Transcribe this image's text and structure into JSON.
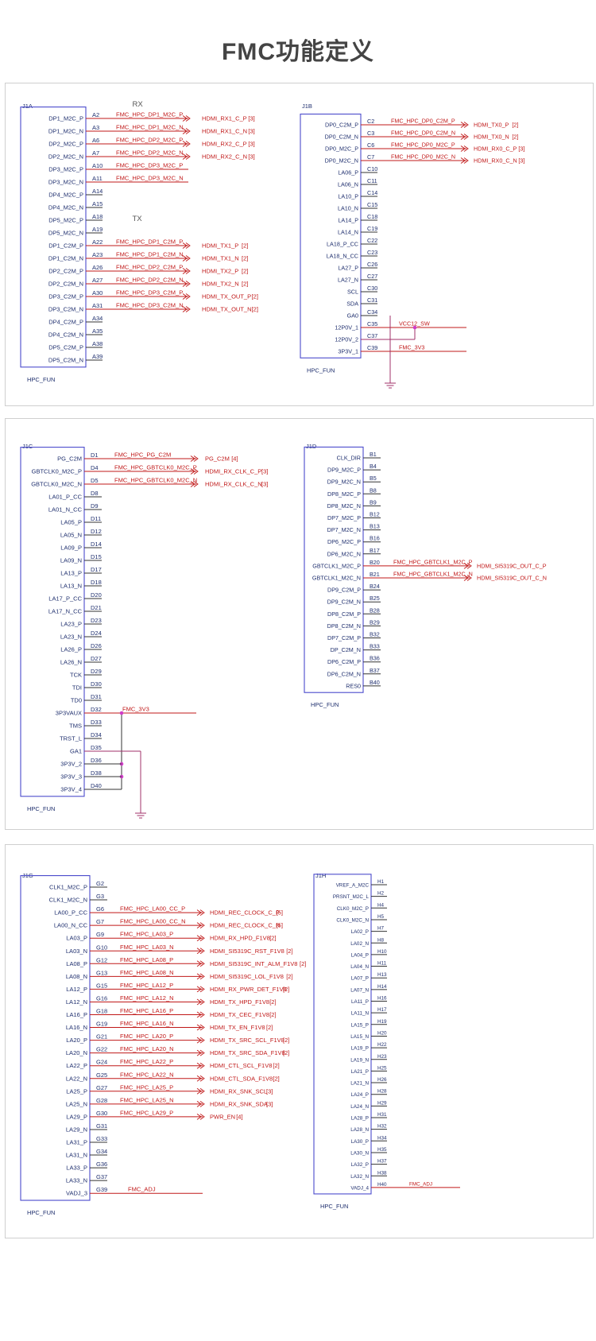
{
  "title": "FMC功能定义",
  "colors": {
    "pin": "#1f2f6e",
    "net": "#c01818",
    "box": "#4a4acc",
    "rail": "#a0306a",
    "junction": "#d03cc8"
  },
  "footer": "HPC_FUN",
  "panels": [
    {
      "parts": [
        {
          "ref": "J1A",
          "labels": [
            {
              "text": "RX",
              "before": 0
            },
            {
              "text": "TX",
              "before": 9
            }
          ],
          "pins": [
            {
              "name": "DP1_M2C_P",
              "num": "A2",
              "net": "FMC_HPC_DP1_M2C_P",
              "port": "HDMI_RX1_C_P",
              "ref": "[3]"
            },
            {
              "name": "DP1_M2C_N",
              "num": "A3",
              "net": "FMC_HPC_DP1_M2C_N",
              "port": "HDMI_RX1_C_N",
              "ref": "[3]"
            },
            {
              "name": "DP2_M2C_P",
              "num": "A6",
              "net": "FMC_HPC_DP2_M2C_P",
              "port": "HDMI_RX2_C_P",
              "ref": "[3]"
            },
            {
              "name": "DP2_M2C_N",
              "num": "A7",
              "net": "FMC_HPC_DP2_M2C_N",
              "port": "HDMI_RX2_C_N",
              "ref": "[3]"
            },
            {
              "name": "DP3_M2C_P",
              "num": "A10",
              "net": "FMC_HPC_DP3_M2C_P"
            },
            {
              "name": "DP3_M2C_N",
              "num": "A11",
              "net": "FMC_HPC_DP3_M2C_N"
            },
            {
              "name": "DP4_M2C_P",
              "num": "A14"
            },
            {
              "name": "DP4_M2C_N",
              "num": "A15"
            },
            {
              "name": "DP5_M2C_P",
              "num": "A18"
            },
            {
              "name": "DP5_M2C_N",
              "num": "A19"
            },
            {
              "name": "DP1_C2M_P",
              "num": "A22",
              "net": "FMC_HPC_DP1_C2M_P",
              "port": "HDMI_TX1_P",
              "ref": "[2]"
            },
            {
              "name": "DP1_C2M_N",
              "num": "A23",
              "net": "FMC_HPC_DP1_C2M_N",
              "port": "HDMI_TX1_N",
              "ref": "[2]"
            },
            {
              "name": "DP2_C2M_P",
              "num": "A26",
              "net": "FMC_HPC_DP2_C2M_P",
              "port": "HDMI_TX2_P",
              "ref": "[2]"
            },
            {
              "name": "DP2_C2M_N",
              "num": "A27",
              "net": "FMC_HPC_DP2_C2M_N",
              "port": "HDMI_TX2_N",
              "ref": "[2]"
            },
            {
              "name": "DP3_C2M_P",
              "num": "A30",
              "net": "FMC_HPC_DP3_C2M_P",
              "port": "HDMI_TX_OUT_P",
              "ref": "[2]"
            },
            {
              "name": "DP3_C2M_N",
              "num": "A31",
              "net": "FMC_HPC_DP3_C2M_N",
              "port": "HDMI_TX_OUT_N",
              "ref": "[2]"
            },
            {
              "name": "DP4_C2M_P",
              "num": "A34"
            },
            {
              "name": "DP4_C2M_N",
              "num": "A35"
            },
            {
              "name": "DP5_C2M_P",
              "num": "A38"
            },
            {
              "name": "DP5_C2M_N",
              "num": "A39"
            }
          ]
        },
        {
          "ref": "J1B",
          "pins": [
            {
              "name": "DP0_C2M_P",
              "num": "C2",
              "net": "FMC_HPC_DP0_C2M_P",
              "port": "HDMI_TX0_P",
              "ref": "[2]"
            },
            {
              "name": "DP0_C2M_N",
              "num": "C3",
              "net": "FMC_HPC_DP0_C2M_N",
              "port": "HDMI_TX0_N",
              "ref": "[2]"
            },
            {
              "name": "DP0_M2C_P",
              "num": "C6",
              "net": "FMC_HPC_DP0_M2C_P",
              "port": "HDMI_RX0_C_P",
              "ref": "[3]"
            },
            {
              "name": "DP0_M2C_N",
              "num": "C7",
              "net": "FMC_HPC_DP0_M2C_N",
              "port": "HDMI_RX0_C_N",
              "ref": "[3]"
            },
            {
              "name": "LA06_P",
              "num": "C10"
            },
            {
              "name": "LA06_N",
              "num": "C11"
            },
            {
              "name": "LA10_P",
              "num": "C14"
            },
            {
              "name": "LA10_N",
              "num": "C15"
            },
            {
              "name": "LA14_P",
              "num": "C18"
            },
            {
              "name": "LA14_N",
              "num": "C19"
            },
            {
              "name": "LA18_P_CC",
              "num": "C22"
            },
            {
              "name": "LA18_N_CC",
              "num": "C23"
            },
            {
              "name": "LA27_P",
              "num": "C26"
            },
            {
              "name": "LA27_N",
              "num": "C27"
            },
            {
              "name": "SCL",
              "num": "C30"
            },
            {
              "name": "SDA",
              "num": "C31"
            },
            {
              "name": "GA0",
              "num": "C34"
            },
            {
              "name": "12P0V_1",
              "num": "C35",
              "net": "VCC12_SW"
            },
            {
              "name": "12P0V_2",
              "num": "C37"
            },
            {
              "name": "3P3V_1",
              "num": "C39",
              "net": "FMC_3V3"
            }
          ]
        }
      ]
    },
    {
      "parts": [
        {
          "ref": "J1C",
          "pins": [
            {
              "name": "PG_C2M",
              "num": "D1",
              "net": "FMC_HPC_PG_C2M",
              "port": "PG_C2M",
              "ref": "[4]"
            },
            {
              "name": "GBTCLK0_M2C_P",
              "num": "D4",
              "net": "FMC_HPC_GBTCLK0_M2C_P",
              "port": "HDMI_RX_CLK_C_P",
              "ref": "[3]"
            },
            {
              "name": "GBTCLK0_M2C_N",
              "num": "D5",
              "net": "FMC_HPC_GBTCLK0_M2C_N",
              "port": "HDMI_RX_CLK_C_N",
              "ref": "[3]"
            },
            {
              "name": "LA01_P_CC",
              "num": "D8"
            },
            {
              "name": "LA01_N_CC",
              "num": "D9"
            },
            {
              "name": "LA05_P",
              "num": "D11"
            },
            {
              "name": "LA05_N",
              "num": "D12"
            },
            {
              "name": "LA09_P",
              "num": "D14"
            },
            {
              "name": "LA09_N",
              "num": "D15"
            },
            {
              "name": "LA13_P",
              "num": "D17"
            },
            {
              "name": "LA13_N",
              "num": "D18"
            },
            {
              "name": "LA17_P_CC",
              "num": "D20"
            },
            {
              "name": "LA17_N_CC",
              "num": "D21"
            },
            {
              "name": "LA23_P",
              "num": "D23"
            },
            {
              "name": "LA23_N",
              "num": "D24"
            },
            {
              "name": "LA26_P",
              "num": "D26"
            },
            {
              "name": "LA26_N",
              "num": "D27"
            },
            {
              "name": "TCK",
              "num": "D29"
            },
            {
              "name": "TDI",
              "num": "D30"
            },
            {
              "name": "TD0",
              "num": "D31"
            },
            {
              "name": "3P3VAUX",
              "num": "D32",
              "net": "FMC_3V3"
            },
            {
              "name": "TMS",
              "num": "D33"
            },
            {
              "name": "TRST_L",
              "num": "D34"
            },
            {
              "name": "GA1",
              "num": "D35"
            },
            {
              "name": "3P3V_2",
              "num": "D36"
            },
            {
              "name": "3P3V_3",
              "num": "D38"
            },
            {
              "name": "3P3V_4",
              "num": "D40"
            }
          ]
        },
        {
          "ref": "J1D",
          "pins": [
            {
              "name": "CLK_DIR",
              "num": "B1"
            },
            {
              "name": "DP9_M2C_P",
              "num": "B4"
            },
            {
              "name": "DP9_M2C_N",
              "num": "B5"
            },
            {
              "name": "DP8_M2C_P",
              "num": "B8"
            },
            {
              "name": "DP8_M2C_N",
              "num": "B9"
            },
            {
              "name": "DP7_M2C_P",
              "num": "B12"
            },
            {
              "name": "DP7_M2C_N",
              "num": "B13"
            },
            {
              "name": "DP6_M2C_P",
              "num": "B16"
            },
            {
              "name": "DP6_M2C_N",
              "num": "B17"
            },
            {
              "name": "GBTCLK1_M2C_P",
              "num": "B20",
              "net": "FMC_HPC_GBTCLK1_M2C_P",
              "port": "HDMI_SI5319C_OUT_C_P"
            },
            {
              "name": "GBTCLK1_M2C_N",
              "num": "B21",
              "net": "FMC_HPC_GBTCLK1_M2C_N",
              "port": "HDMI_SI5319C_OUT_C_N"
            },
            {
              "name": "DP9_C2M_P",
              "num": "B24"
            },
            {
              "name": "DP9_C2M_N",
              "num": "B25"
            },
            {
              "name": "DP8_C2M_P",
              "num": "B28"
            },
            {
              "name": "DP8_C2M_N",
              "num": "B29"
            },
            {
              "name": "DP7_C2M_P",
              "num": "B32"
            },
            {
              "name": "DP_C2M_N",
              "num": "B33"
            },
            {
              "name": "DP6_C2M_P",
              "num": "B36"
            },
            {
              "name": "DP6_C2M_N",
              "num": "B37"
            },
            {
              "name": "RES0",
              "num": "B40"
            }
          ]
        }
      ]
    },
    {
      "parts": [
        {
          "ref": "J1G",
          "pins": [
            {
              "name": "CLK1_M2C_P",
              "num": "G2"
            },
            {
              "name": "CLK1_M2C_N",
              "num": "G3"
            },
            {
              "name": "LA00_P_CC",
              "num": "G6",
              "net": "FMC_HPC_LA00_CC_P",
              "port": "HDMI_REC_CLOCK_C_P",
              "ref": "[5]"
            },
            {
              "name": "LA00_N_CC",
              "num": "G7",
              "net": "FMC_HPC_LA00_CC_N",
              "port": "HDMI_REC_CLOCK_C_N",
              "ref": "[5]"
            },
            {
              "name": "LA03_P",
              "num": "G9",
              "net": "FMC_HPC_LA03_P",
              "port": "HDMI_RX_HPD_F1V8",
              "ref": "[2]"
            },
            {
              "name": "LA03_N",
              "num": "G10",
              "net": "FMC_HPC_LA03_N",
              "port": "HDMI_SI5319C_RST_F1V8",
              "ref": "[2]"
            },
            {
              "name": "LA08_P",
              "num": "G12",
              "net": "FMC_HPC_LA08_P",
              "port": "HDMI_SI5319C_INT_ALM_F1V8",
              "ref": "[2]"
            },
            {
              "name": "LA08_N",
              "num": "G13",
              "net": "FMC_HPC_LA08_N",
              "port": "HDMI_SI5319C_LOL_F1V8",
              "ref": "[2]"
            },
            {
              "name": "LA12_P",
              "num": "G15",
              "net": "FMC_HPC_LA12_P",
              "port": "HDMI_RX_PWR_DET_F1V8",
              "ref": "[2]"
            },
            {
              "name": "LA12_N",
              "num": "G16",
              "net": "FMC_HPC_LA12_N",
              "port": "HDMI_TX_HPD_F1V8",
              "ref": "[2]"
            },
            {
              "name": "LA16_P",
              "num": "G18",
              "net": "FMC_HPC_LA16_P",
              "port": "HDMI_TX_CEC_F1V8",
              "ref": "[2]"
            },
            {
              "name": "LA16_N",
              "num": "G19",
              "net": "FMC_HPC_LA16_N",
              "port": "HDMI_TX_EN_F1V8",
              "ref": "[2]"
            },
            {
              "name": "LA20_P",
              "num": "G21",
              "net": "FMC_HPC_LA20_P",
              "port": "HDMI_TX_SRC_SCL_F1V8",
              "ref": "[2]"
            },
            {
              "name": "LA20_N",
              "num": "G22",
              "net": "FMC_HPC_LA20_N",
              "port": "HDMI_TX_SRC_SDA_F1V8",
              "ref": "[2]"
            },
            {
              "name": "LA22_P",
              "num": "G24",
              "net": "FMC_HPC_LA22_P",
              "port": "HDMI_CTL_SCL_F1V8",
              "ref": "[2]"
            },
            {
              "name": "LA22_N",
              "num": "G25",
              "net": "FMC_HPC_LA22_N",
              "port": "HDMI_CTL_SDA_F1V8",
              "ref": "[2]"
            },
            {
              "name": "LA25_P",
              "num": "G27",
              "net": "FMC_HPC_LA25_P",
              "port": "HDMI_RX_SNK_SCL",
              "ref": "[3]"
            },
            {
              "name": "LA25_N",
              "num": "G28",
              "net": "FMC_HPC_LA25_N",
              "port": "HDMI_RX_SNK_SDA",
              "ref": "[3]"
            },
            {
              "name": "LA29_P",
              "num": "G30",
              "net": "FMC_HPC_LA29_P",
              "port": "PWR_EN",
              "ref": "[4]"
            },
            {
              "name": "LA29_N",
              "num": "G31"
            },
            {
              "name": "LA31_P",
              "num": "G33"
            },
            {
              "name": "LA31_N",
              "num": "G34"
            },
            {
              "name": "LA33_P",
              "num": "G36"
            },
            {
              "name": "LA33_N",
              "num": "G37"
            },
            {
              "name": "VADJ_3",
              "num": "G39",
              "net": "FMC_ADJ"
            }
          ]
        },
        {
          "ref": "J1H",
          "pins": [
            {
              "name": "VREF_A_M2C",
              "num": "H1"
            },
            {
              "name": "PRSNT_M2C_L",
              "num": "H2"
            },
            {
              "name": "CLK0_M2C_P",
              "num": "H4"
            },
            {
              "name": "CLK0_M2C_N",
              "num": "H5"
            },
            {
              "name": "LA02_P",
              "num": "H7"
            },
            {
              "name": "LA02_N",
              "num": "H8"
            },
            {
              "name": "LA04_P",
              "num": "H10"
            },
            {
              "name": "LA04_N",
              "num": "H11"
            },
            {
              "name": "LA07_P",
              "num": "H13"
            },
            {
              "name": "LA07_N",
              "num": "H14"
            },
            {
              "name": "LA11_P",
              "num": "H16"
            },
            {
              "name": "LA11_N",
              "num": "H17"
            },
            {
              "name": "LA15_P",
              "num": "H19"
            },
            {
              "name": "LA15_N",
              "num": "H20"
            },
            {
              "name": "LA19_P",
              "num": "H22"
            },
            {
              "name": "LA19_N",
              "num": "H23"
            },
            {
              "name": "LA21_P",
              "num": "H25"
            },
            {
              "name": "LA21_N",
              "num": "H26"
            },
            {
              "name": "LA24_P",
              "num": "H28"
            },
            {
              "name": "LA24_N",
              "num": "H29"
            },
            {
              "name": "LA28_P",
              "num": "H31"
            },
            {
              "name": "LA28_N",
              "num": "H32"
            },
            {
              "name": "LA30_P",
              "num": "H34"
            },
            {
              "name": "LA30_N",
              "num": "H35"
            },
            {
              "name": "LA32_P",
              "num": "H37"
            },
            {
              "name": "LA32_N",
              "num": "H38"
            },
            {
              "name": "VADJ_4",
              "num": "H40",
              "net": "FMC_ADJ"
            }
          ]
        }
      ]
    }
  ]
}
